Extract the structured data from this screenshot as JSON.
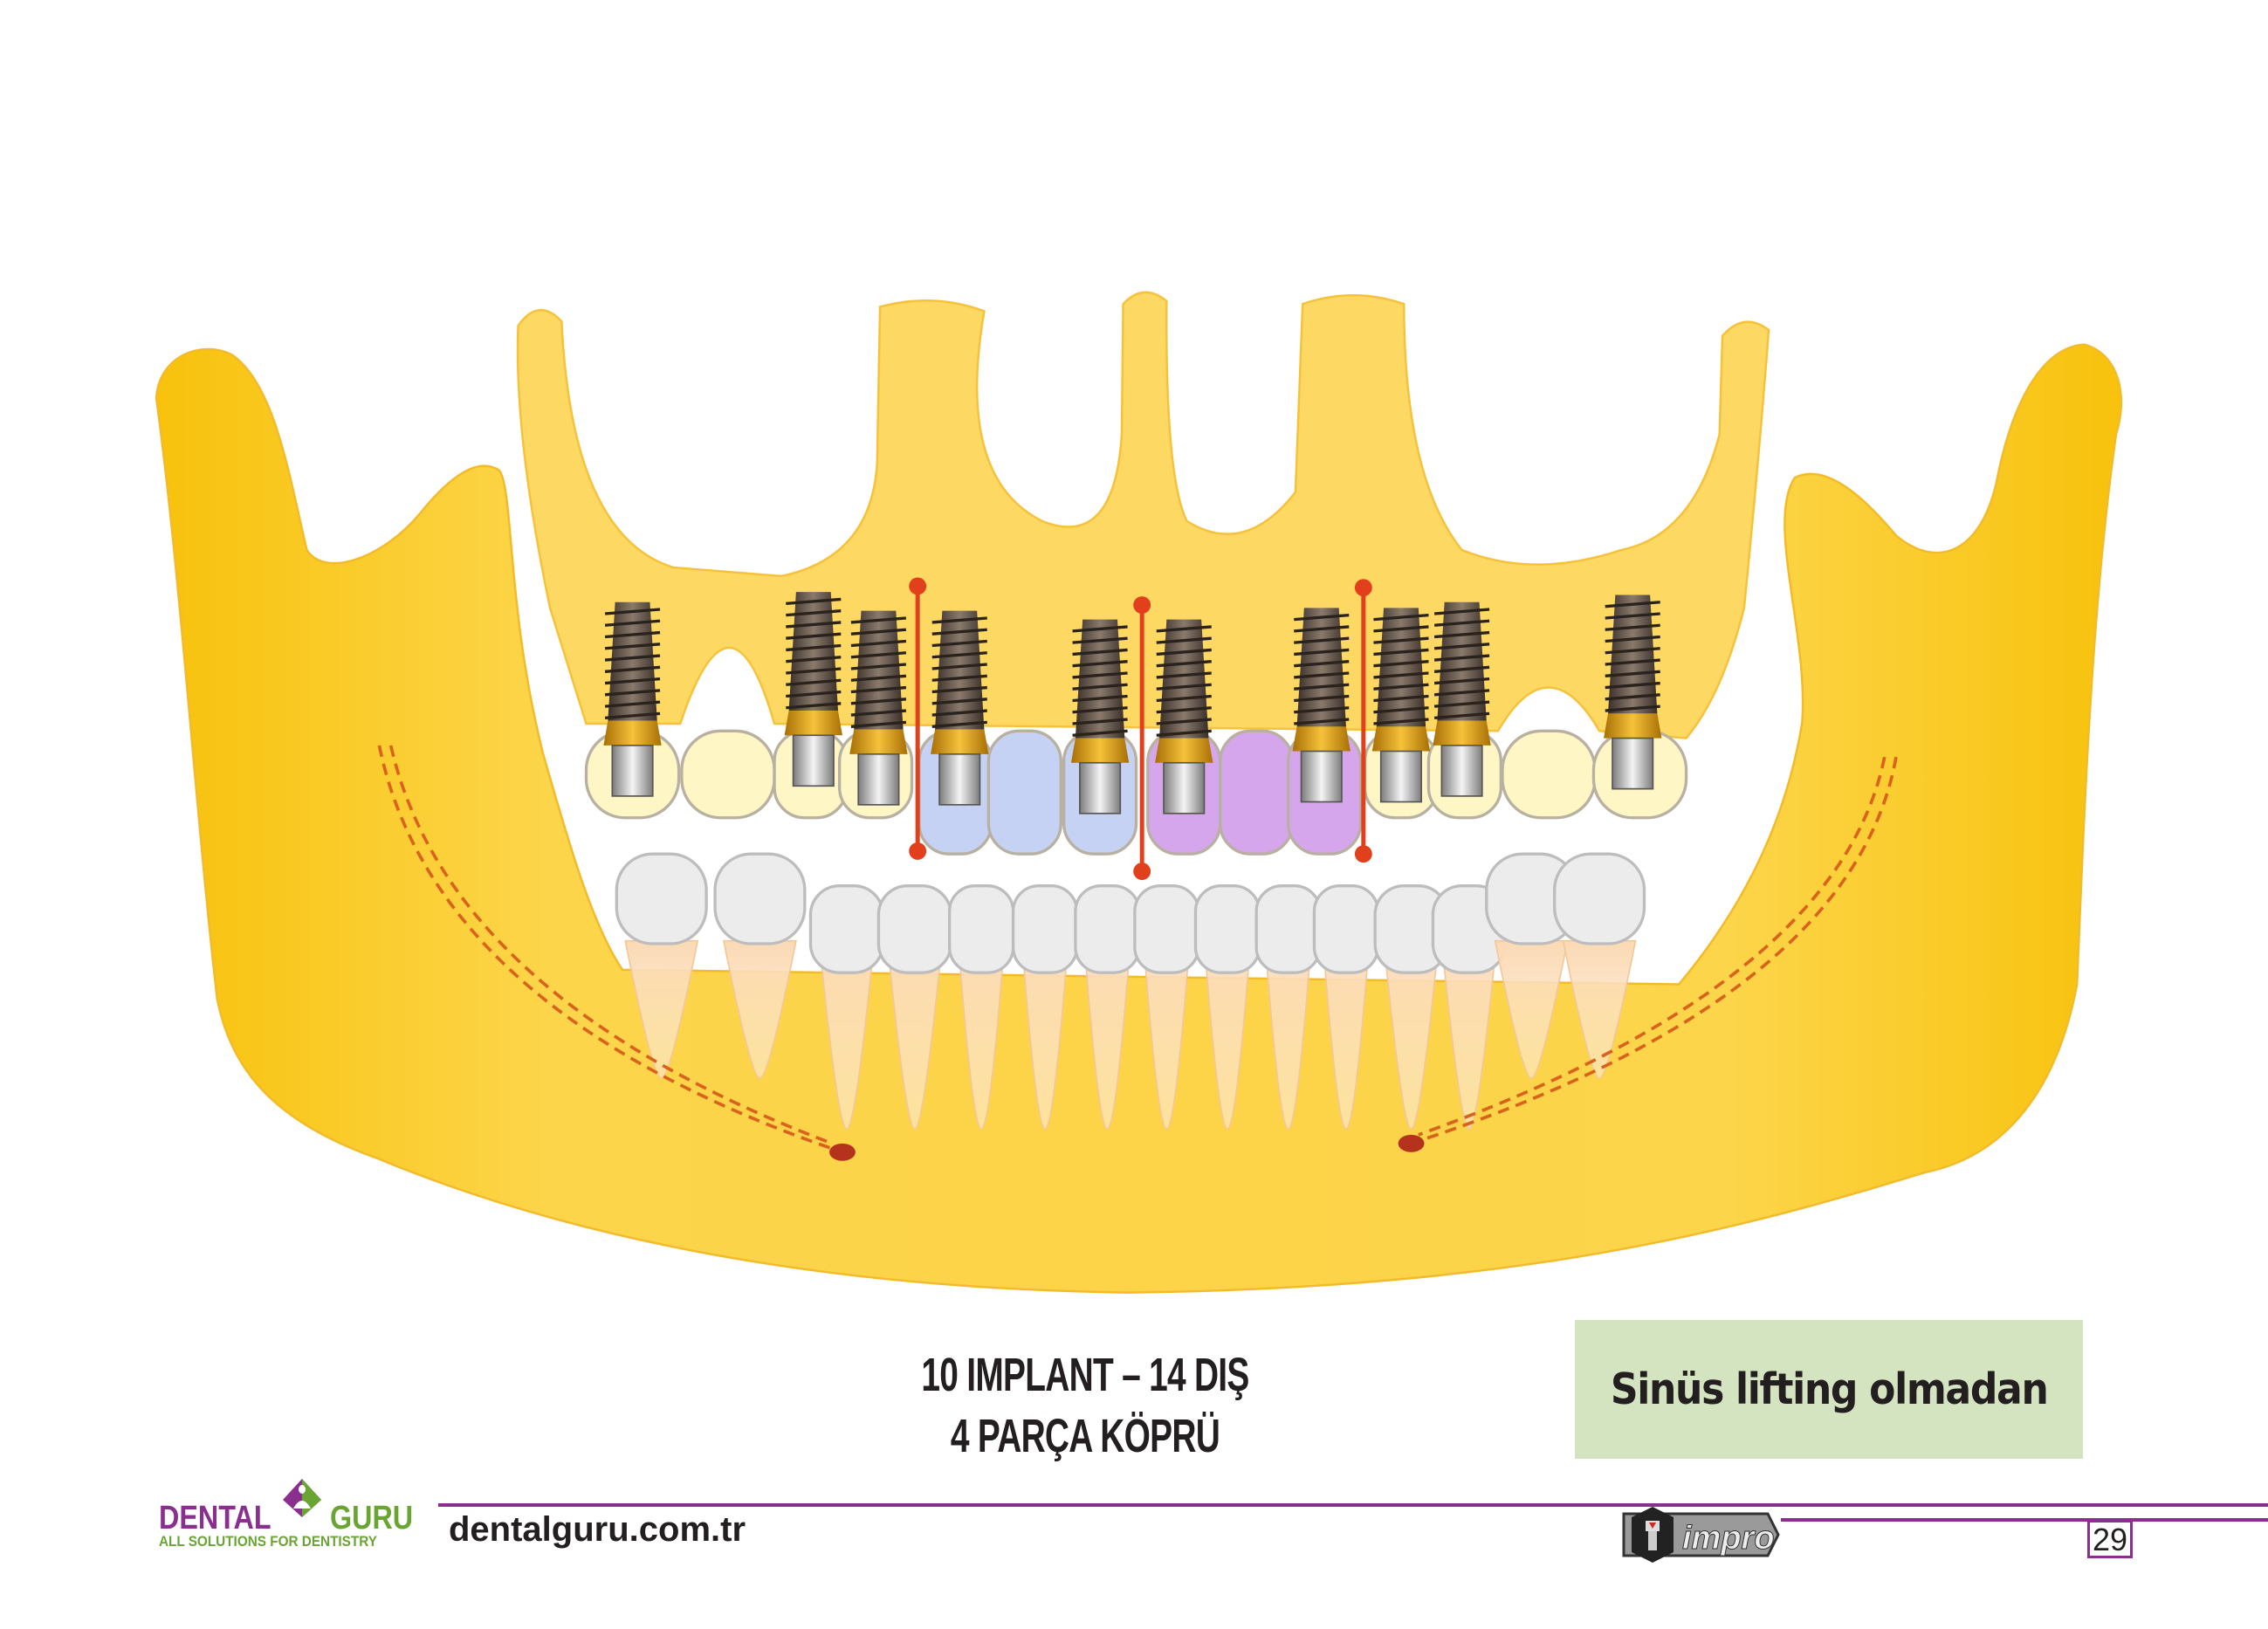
{
  "caption": {
    "line1": "10 IMPLANT – 14 DIŞ",
    "line2": "4 PARÇA KÖPRÜ"
  },
  "note": "Sinüs lifting olmadan",
  "footer": {
    "brand_name_1": "DENTAL",
    "brand_name_2": "GURU",
    "brand_tagline": "ALL SOLUTIONS FOR DENTISTRY",
    "url": "dentalguru.com.tr",
    "partner_logo_text": "impro",
    "page_number": "29"
  },
  "colors": {
    "bone": "#f9c51b",
    "maxilla": "#fdd862",
    "accent_purple": "#8b2f8f",
    "accent_green": "#6aa533",
    "note_bg": "#d5e4c0",
    "bridge_line": "#e2401c",
    "crown_cream": "#fff6c6",
    "crown_blue": "#c6d2f3",
    "crown_purple": "#d6a6ec"
  }
}
